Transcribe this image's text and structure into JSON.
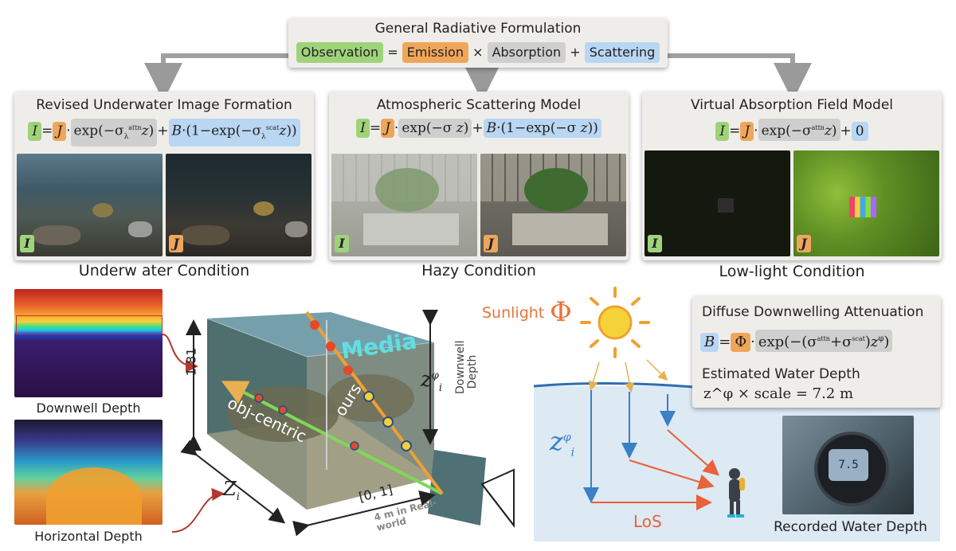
{
  "top_box": {
    "title": "General Radiative Formulation",
    "observation": "Observation",
    "equals": "=",
    "emission": "Emission",
    "times": "×",
    "absorption": "Absorption",
    "plus": "+",
    "scattering": "Scattering"
  },
  "panels": [
    {
      "title": "Revised Underwater Image Formation",
      "caption": "Underw ater Condition",
      "tag_left": "I",
      "tag_right": "J"
    },
    {
      "title": "Atmospheric Scattering Model",
      "caption": "Hazy Condition",
      "tag_left": "I",
      "tag_right": "J"
    },
    {
      "title": "Virtual Absorption Field Model",
      "caption": "Low-light Condition",
      "tag_left": "I",
      "tag_right": "J"
    }
  ],
  "depth_maps": {
    "downwell_label": "Downwell Depth",
    "horizontal_label": "Horizontal Depth"
  },
  "cube": {
    "media_label": "Media",
    "ours_label": "ours",
    "objcentric_label": "obj-centric",
    "height_value": "1.81",
    "range_label": "[0, 1]",
    "realworld_label": "4 m in Real-world",
    "z_i": "Z",
    "z_i_sub": "i",
    "z_phi": "z",
    "z_phi_sup": "φ",
    "z_phi_sub": "i",
    "downwell_depth": "Downwell Depth"
  },
  "right_scene": {
    "sunlight": "Sunlight",
    "phi": "Φ",
    "box_title": "Diffuse Downwelling Attenuation",
    "estimated_title": "Estimated Water Depth",
    "estimated_eq": "z^φ × scale = 7.2 m",
    "los": "LoS",
    "z_phi": "z",
    "recorded": "Recorded Water Depth"
  },
  "colors": {
    "observation": "#9fd37a",
    "emission": "#f0a65a",
    "absorption": "#cfcfcf",
    "scattering": "#b9d6f2",
    "water": "#dde9f3",
    "los_arrow": "#e8623a",
    "blue_arrow": "#3b7fc4"
  }
}
